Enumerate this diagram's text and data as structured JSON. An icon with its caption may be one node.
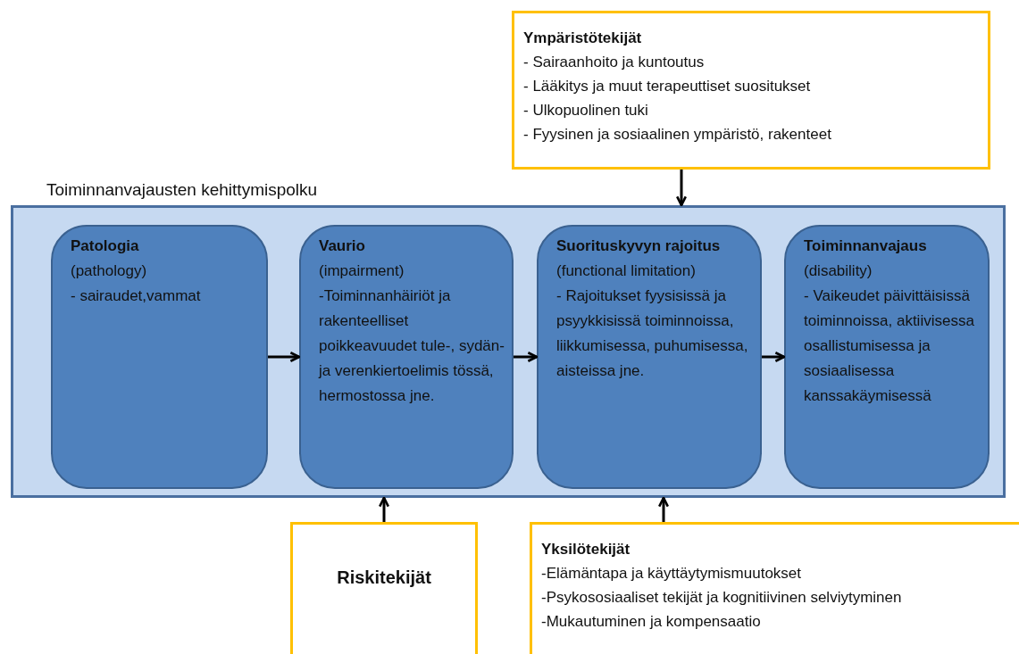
{
  "diagram": {
    "nodes": [
      {
        "text": [
          "Ympäristötekijät",
          "- Sairaanhoito ja kuntoutus",
          "- Lääkitys ja muut terapeuttiset suositukset",
          "- Ulkopuolinen tuki",
          "- Fyysinen ja sosiaalinen ympäristö, rakenteet"
        ]
      },
      {
        "text": [
          "Toiminnanvajausten kehittymispolku"
        ]
      },
      {
        "text": [
          "Patologia",
          "(pathology)",
          "- sairaudet,vammat"
        ],
        "in": 1
      },
      {
        "text": [
          "Vaurio",
          "(impairment)",
          "-Toiminnanhäiriöt ja rakenteelliset poikkeavuudet tule-, sydän- ja verenkiertoelimis tössä, hermostossa jne."
        ],
        "in": 1
      },
      {
        "text": [
          "Suorituskyvyn rajoitus",
          "(functional limitation)",
          "- Rajoitukset fyysisissä ja psyykkisissä toiminnoissa, liikkumisessa, puhumisessa, aisteissa jne."
        ],
        "in": 1
      },
      {
        "text": [
          "Toiminnanvajaus",
          "(disability)",
          "- Vaikeudet päivittäisissä toiminnoissa, aktiivisessa osallistumisessa ja sosiaalisessa kanssakäymisessä"
        ],
        "in": 1
      },
      {
        "text": [
          "Riskitekijät"
        ]
      },
      {
        "text": [
          "Yksilötekijät",
          "-Elämäntapa ja käyttäytymismuutokset",
          "-Psykososiaaliset tekijät ja kognitiivinen selviytyminen",
          "-Mukautuminen ja kompensaatio"
        ]
      }
    ],
    "edges": [
      {
        "from": 0,
        "to": 1,
        "arrow": "to"
      },
      {
        "from": 2,
        "to": 3,
        "arrow": "to"
      },
      {
        "from": 3,
        "to": 4,
        "arrow": "to"
      },
      {
        "from": 4,
        "to": 5,
        "arrow": "to"
      },
      {
        "from": 6,
        "to": 1,
        "arrow": "to"
      },
      {
        "from": 7,
        "to": 1,
        "arrow": "to"
      }
    ]
  }
}
